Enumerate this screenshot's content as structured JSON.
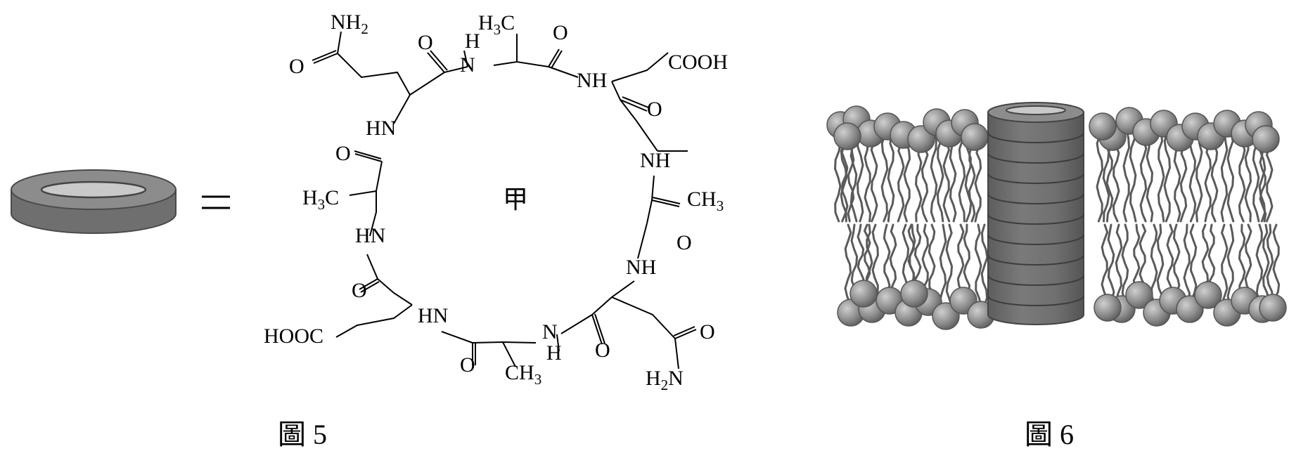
{
  "figure5": {
    "caption": "圖 5",
    "equals": "=",
    "ring_center_label": "甲",
    "groups": {
      "nh2_top_n": "NH",
      "nh2_top_sub": "2",
      "o_top_left": "O",
      "o_top_mid": "O",
      "h_top": "H",
      "n_top": "N",
      "h3c_top_h": "H",
      "h3c_top_3": "3",
      "h3c_top_c": "C",
      "o_top_right": "O",
      "nh_top_right": "NH",
      "cooh_top_right": "COOH",
      "hn_left_upper": "HN",
      "o_right_upper": "O",
      "o_left_upper": "O",
      "nh_right_upper": "NH",
      "h3c_left_h": "H",
      "h3c_left_3": "3",
      "h3c_left_c": "C",
      "ch3_right_c": "CH",
      "ch3_right_3": "3",
      "hn_left_lower": "HN",
      "o_right_lower": "O",
      "nh_right_lower": "NH",
      "o_left_lower": "O",
      "hooc_left": "HOOC",
      "hn_bottom_left": "HN",
      "n_bottom": "N",
      "h_bottom": "H",
      "o_bottom_right": "O",
      "o_bottom_left": "O",
      "ch3_bottom_c": "CH",
      "ch3_bottom_3": "3",
      "o_right_amide": "O",
      "h2n_h": "H",
      "h2n_2": "2",
      "h2n_n": "N"
    }
  },
  "figure6": {
    "caption": "圖 6"
  },
  "colors": {
    "ring_dark": "#6f6f6f",
    "ring_mid": "#8c8c8c",
    "ring_light": "#c9c9c9",
    "lipid_head": "#8e8e8e",
    "lipid_tail": "#5a5a5a"
  }
}
